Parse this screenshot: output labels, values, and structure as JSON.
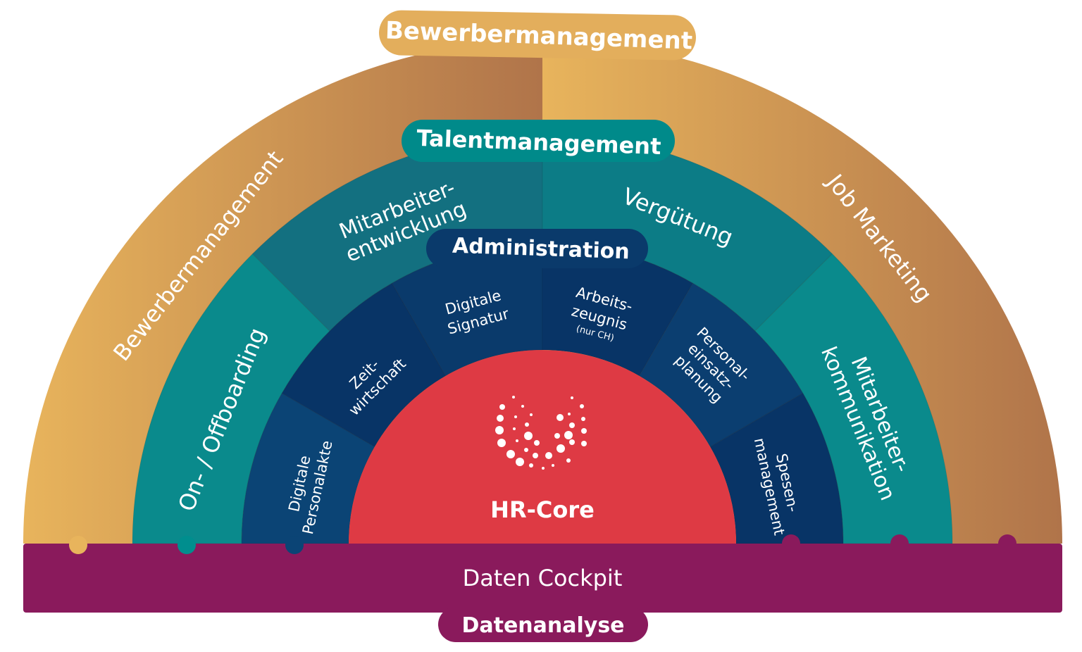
{
  "pills": {
    "outer": "Bewerbermanagement",
    "middle": "Talentmanagement",
    "inner": "Administration",
    "bottom": "Datenanalyse"
  },
  "outer_ring": {
    "left": "Bewerbermanagement",
    "right": "Job Marketing"
  },
  "middle_ring": {
    "seg1": "On- / Offboarding",
    "seg2_l1": "Mitarbeiter-",
    "seg2_l2": "entwicklung",
    "seg3": "Vergütung",
    "seg4_l1": "Mitarbeiter-",
    "seg4_l2": "kommunikation"
  },
  "inner_ring": {
    "seg1_l1": "Digitale",
    "seg1_l2": "Personalakte",
    "seg2_l1": "Zeit-",
    "seg2_l2": "wirtschaft",
    "seg3_l1": "Digitale",
    "seg3_l2": "Signatur",
    "seg4_l1": "Arbeits-",
    "seg4_l2": "zeugnis",
    "seg4_note": "(nur CH)",
    "seg5_l1": "Personal-",
    "seg5_l2": "einsatz-",
    "seg5_l3": "planung",
    "seg6_l1": "Spesen-",
    "seg6_l2": "management"
  },
  "core": "HR-Core",
  "base_bar": "Daten Cockpit",
  "colors": {
    "gold_light": "#e8b45c",
    "gold_dark": "#b5784a",
    "teal": "#008b8b",
    "teal_dark": "#1a5f70",
    "navy": "#0a3a6b",
    "navy_dark": "#0a2d5e",
    "red": "#de3a44",
    "purple": "#8a1a5c"
  }
}
